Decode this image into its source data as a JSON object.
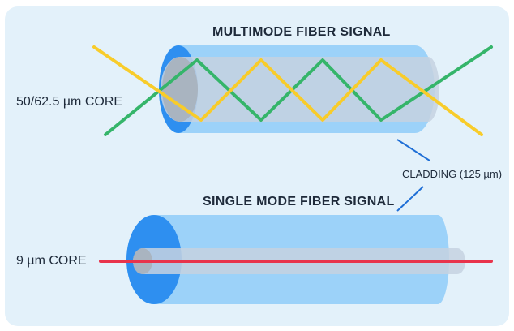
{
  "diagram": {
    "multimode_title": "MULTIMODE FIBER SIGNAL",
    "singlemode_title": "SINGLE MODE FIBER SIGNAL",
    "multimode_core_label": "50/62.5 µm CORE",
    "singlemode_core_label": "9 µm CORE",
    "cladding_label": "CLADDING (125 µm)"
  },
  "colors": {
    "background": "#e3f1fa",
    "cladding": "#8fcdf8",
    "cladding_end": "#2e8ff0",
    "core": "#c5d2e0",
    "core_end": "#a9b4c0",
    "ray_green": "#35b56a",
    "ray_yellow": "#f8cc2a",
    "ray_red": "#e8344c",
    "leader_line": "#1f6fd6"
  }
}
